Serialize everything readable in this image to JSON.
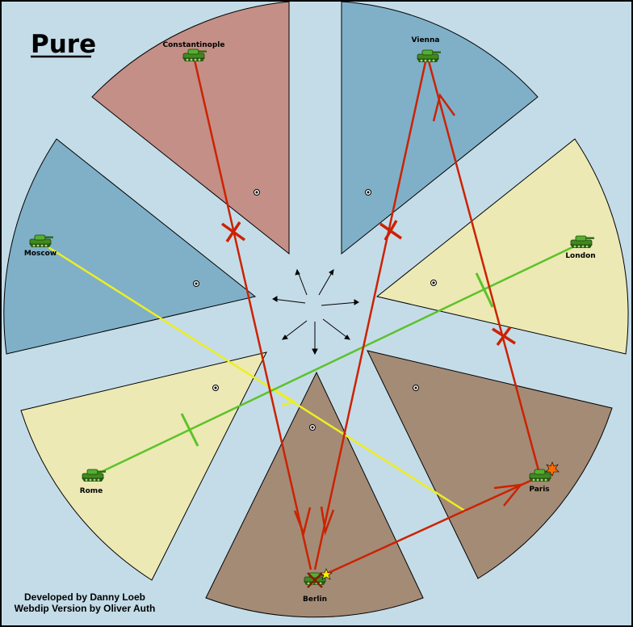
{
  "map": {
    "title": "Pure",
    "colors": {
      "background": "#c4dce8",
      "border": "#000000",
      "constantinople": "#c48f86",
      "austria": "#7fb0c8",
      "russia": "#7fb0c8",
      "england": "#ece9b4",
      "italy": "#ece9b4",
      "france": "#a48b76",
      "germany": "#a48b76",
      "order_red": "#cc2200",
      "order_green": "#5cc22a",
      "order_yellow": "#eeee22"
    },
    "provinces": [
      {
        "id": "constantinople",
        "label": "Constantinople",
        "icon": "army-tank-icon"
      },
      {
        "id": "vienna",
        "label": "Vienna",
        "icon": "army-tank-icon"
      },
      {
        "id": "london",
        "label": "London",
        "icon": "army-tank-icon"
      },
      {
        "id": "paris",
        "label": "Paris",
        "icon": "army-tank-icon",
        "status": "dislodged-burst-icon"
      },
      {
        "id": "berlin",
        "label": "Berlin",
        "icon": "army-tank-icon",
        "status": "winner-star-icon",
        "marker": "destroyed-x-icon"
      },
      {
        "id": "rome",
        "label": "Rome",
        "icon": "army-tank-icon"
      },
      {
        "id": "moscow",
        "label": "Moscow",
        "icon": "army-tank-icon"
      }
    ],
    "orders": [
      {
        "unit": "constantinople",
        "type": "move",
        "target": "berlin",
        "result": "failed",
        "color": "red"
      },
      {
        "unit": "vienna",
        "type": "move",
        "target": "berlin",
        "result": "failed",
        "color": "red"
      },
      {
        "unit": "berlin",
        "type": "move",
        "target": "paris",
        "result": "success",
        "color": "red"
      },
      {
        "unit": "paris",
        "type": "move",
        "target": "vienna",
        "result": "failed",
        "color": "red"
      },
      {
        "unit": "london",
        "type": "support-hold",
        "target": "rome",
        "result": "cut",
        "color": "green"
      },
      {
        "unit": "moscow",
        "type": "support-move",
        "target": "paris",
        "result": "given",
        "color": "yellow"
      }
    ]
  },
  "credits": {
    "line1": "Developed by Danny Loeb",
    "line2": "Webdip Version by Oliver Auth"
  }
}
